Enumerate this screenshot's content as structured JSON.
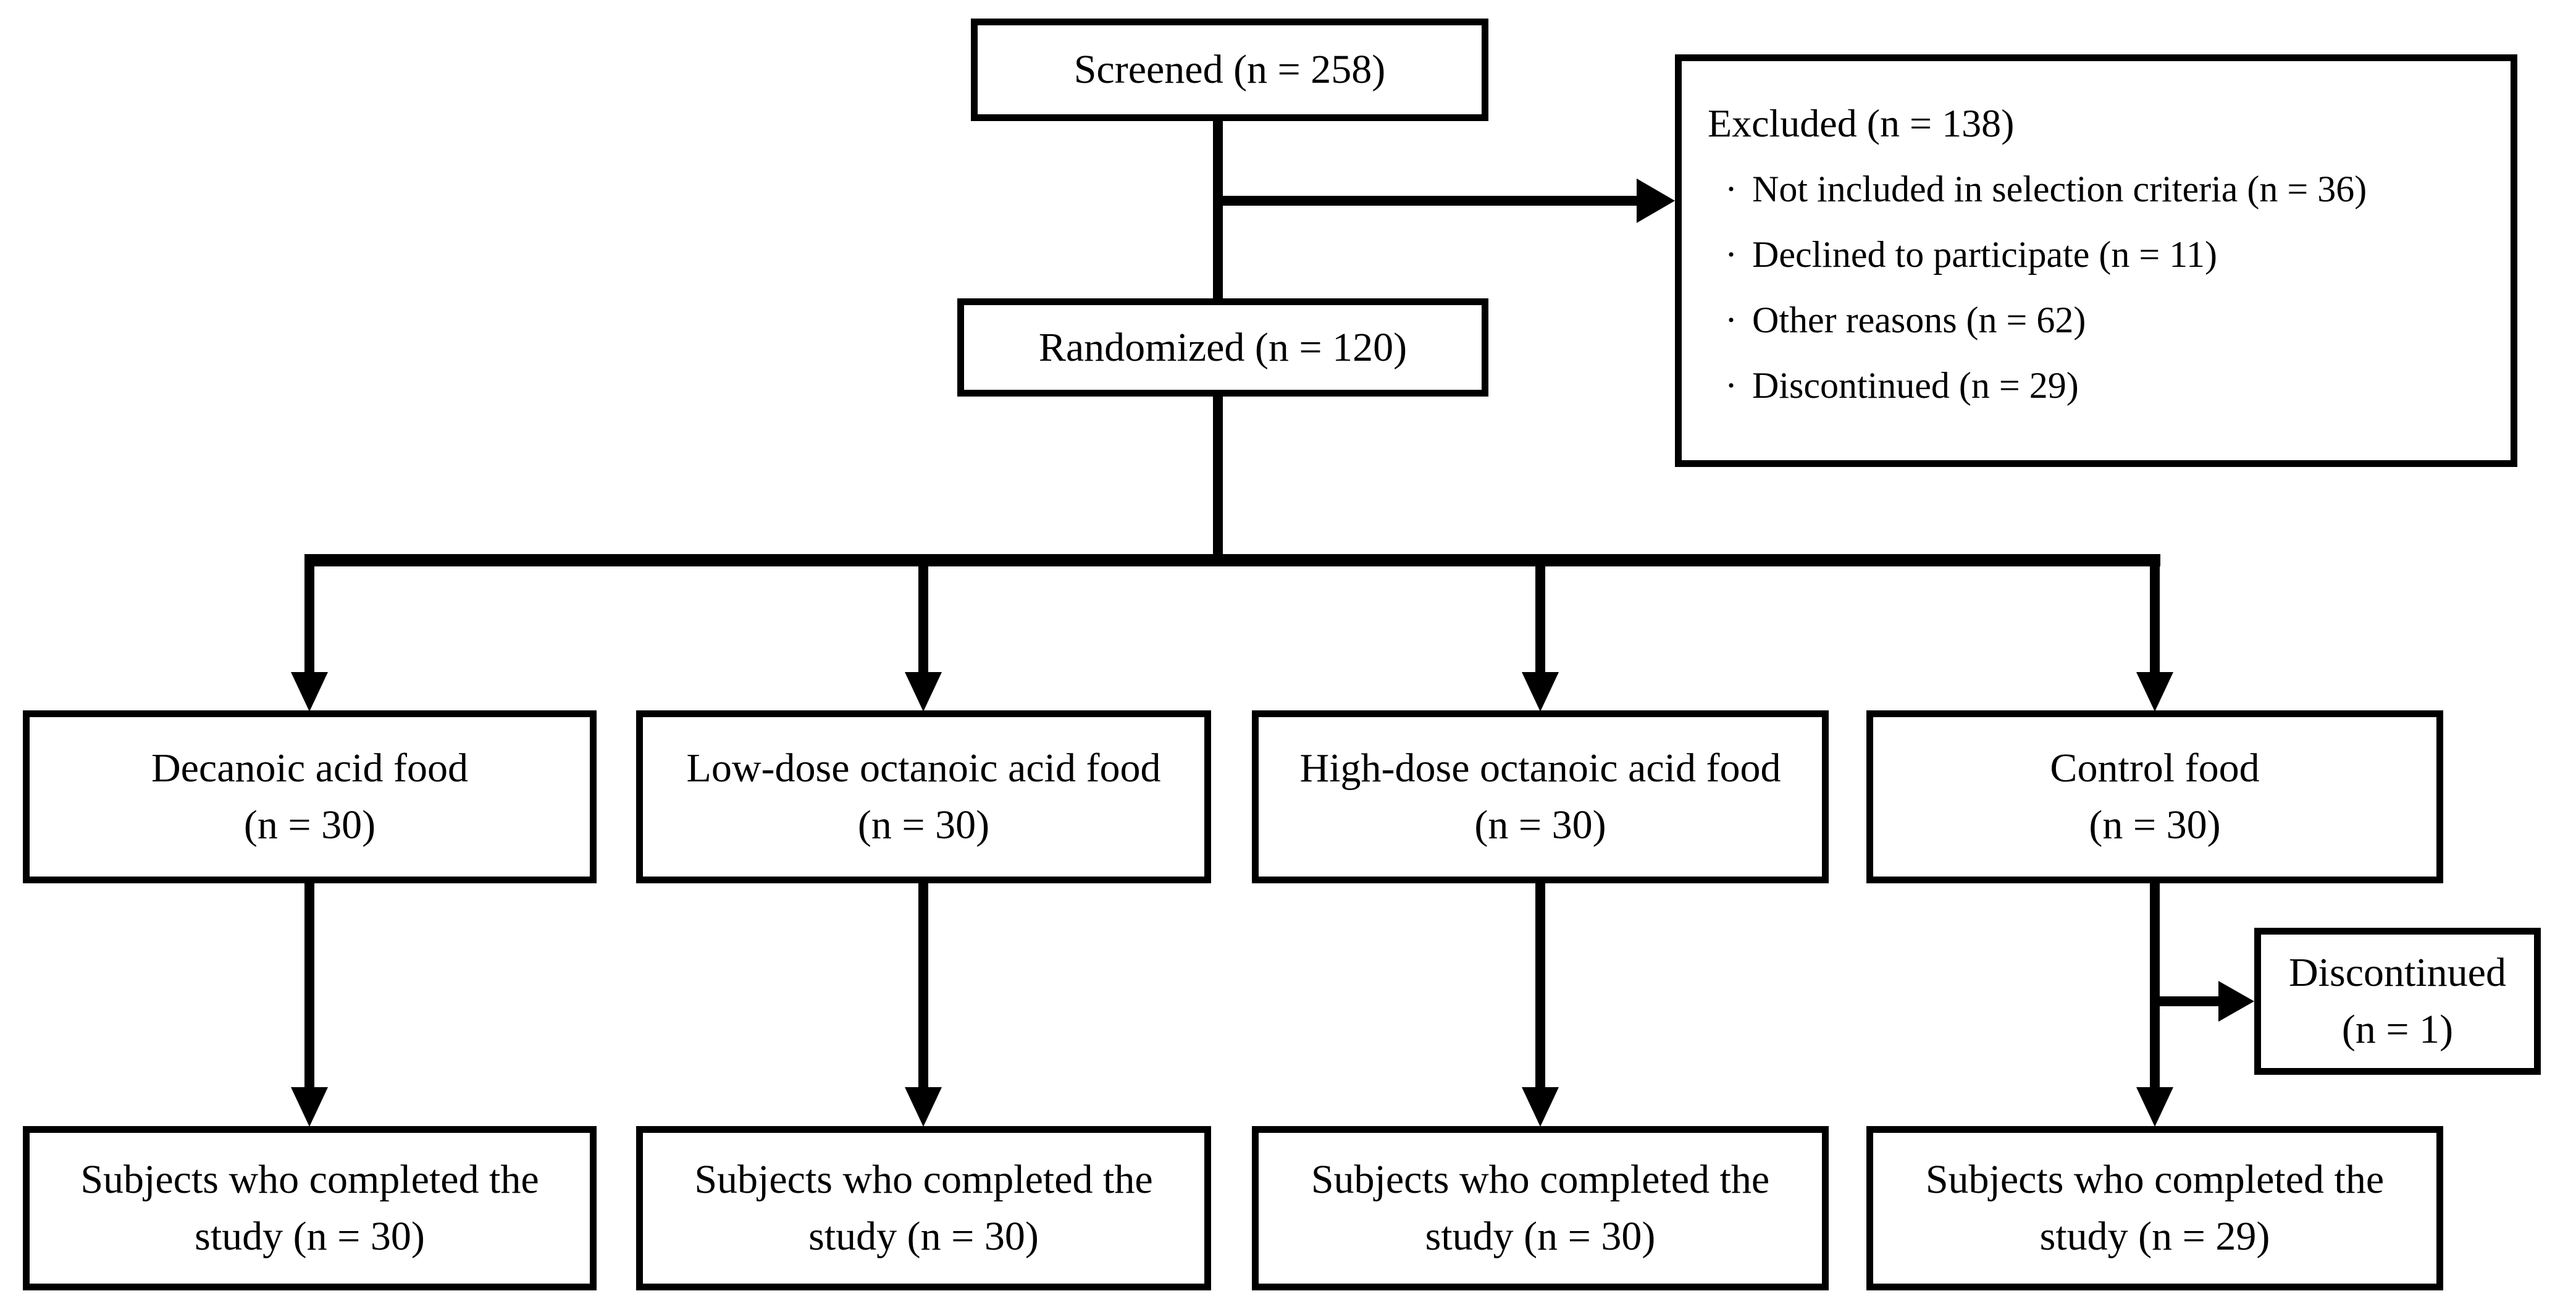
{
  "style": {
    "bullet": "·",
    "colors": {
      "line": "#000000",
      "box_border": "#000000",
      "box_bg": "#ffffff",
      "page_bg": "#ffffff",
      "text": "#000000"
    }
  },
  "nodes": {
    "screened": {
      "label": "Screened (n = 258)"
    },
    "excluded": {
      "title": "Excluded (n = 138)",
      "items": [
        "Not included in selection criteria (n = 36)",
        "Declined to participate (n = 11)",
        "Other reasons (n = 62)",
        "Discontinued (n = 29)"
      ]
    },
    "randomized": {
      "label": "Randomized (n = 120)"
    },
    "groups": [
      {
        "name": "Decanoic acid food",
        "n": "(n = 30)",
        "completed_line1": "Subjects who completed the",
        "completed_line2": "study (n = 30)"
      },
      {
        "name": "Low-dose octanoic acid food",
        "n": "(n = 30)",
        "completed_line1": "Subjects who completed the",
        "completed_line2": "study (n = 30)"
      },
      {
        "name": "High-dose octanoic acid food",
        "n": "(n = 30)",
        "completed_line1": "Subjects who completed the",
        "completed_line2": "study (n = 30)"
      },
      {
        "name": "Control food",
        "n": "(n = 30)",
        "completed_line1": "Subjects who completed the",
        "completed_line2": "study (n = 29)"
      }
    ],
    "control_discontinued": {
      "line1": "Discontinued",
      "line2": "(n = 1)"
    }
  }
}
